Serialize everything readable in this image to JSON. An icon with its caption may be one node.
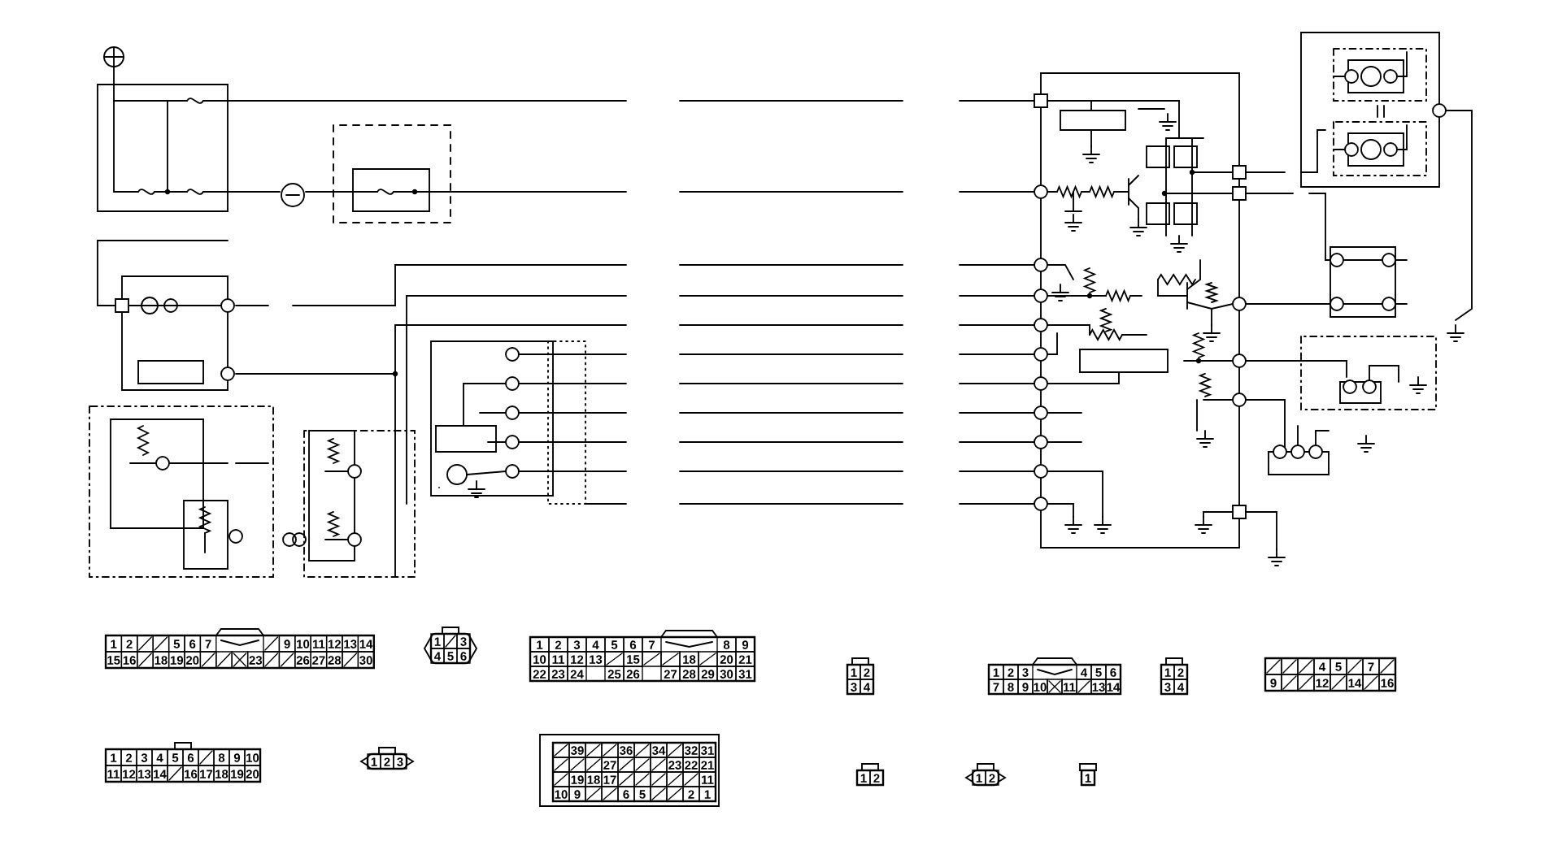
{
  "diagram": {
    "nodes": [
      {
        "text": [
          "1",
          "2",
          "5",
          "6",
          "7",
          "9",
          "10",
          "11",
          "12",
          "13",
          "14",
          "15",
          "16",
          "18",
          "19",
          "20",
          "23",
          "26",
          "27",
          "28",
          "30"
        ]
      },
      {
        "text": [
          "1",
          "3",
          "4",
          "5",
          "6"
        ]
      },
      {
        "text": [
          "1",
          "2",
          "3",
          "4",
          "5",
          "6",
          "7",
          "8",
          "9",
          "10",
          "11",
          "12",
          "13",
          "15",
          "18",
          "20",
          "21",
          "22",
          "23",
          "24",
          "25",
          "26",
          "27",
          "28",
          "29",
          "30",
          "31"
        ]
      },
      {
        "text": [
          "1",
          "2",
          "3",
          "4"
        ]
      },
      {
        "text": [
          "1",
          "2",
          "3",
          "4",
          "5",
          "6",
          "7",
          "8",
          "9",
          "10",
          "11",
          "13",
          "14"
        ]
      },
      {
        "text": [
          "1",
          "2",
          "3",
          "4"
        ]
      },
      {
        "text": [
          "4",
          "5",
          "7",
          "9",
          "12",
          "14",
          "16"
        ]
      },
      {
        "text": [
          "1",
          "2",
          "3",
          "4",
          "5",
          "6",
          "8",
          "9",
          "10",
          "11",
          "12",
          "13",
          "14",
          "16",
          "17",
          "18",
          "19",
          "20"
        ]
      },
      {
        "text": [
          "1",
          "2",
          "3"
        ]
      },
      {
        "text": [
          "39",
          "36",
          "34",
          "32",
          "31",
          "27",
          "23",
          "22",
          "21",
          "19",
          "18",
          "17",
          "11",
          "10",
          "9",
          "6",
          "5",
          "2",
          "1"
        ]
      },
      {
        "text": [
          "1",
          "2"
        ]
      },
      {
        "text": [
          "1",
          "2"
        ]
      },
      {
        "text": [
          "1"
        ]
      }
    ]
  }
}
